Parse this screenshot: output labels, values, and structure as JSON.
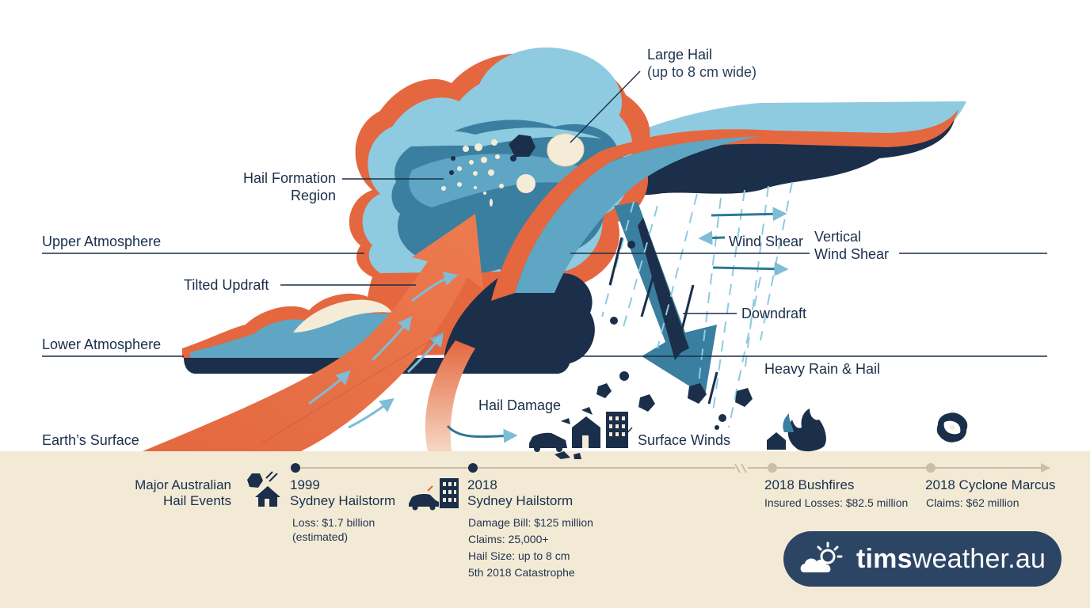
{
  "labels": {
    "large_hail_line1": "Large Hail",
    "large_hail_line2": "(up to 8 cm wide)",
    "hail_formation_line1": "Hail Formation",
    "hail_formation_line2": "Region",
    "upper_atmosphere": "Upper Atmosphere",
    "lower_atmosphere": "Lower Atmosphere",
    "earths_surface": "Earth’s Surface",
    "tilted_updraft": "Tilted Updraft",
    "wind_shear": "Wind Shear",
    "vertical_wind_shear_line1": "Vertical",
    "vertical_wind_shear_line2": "Wind Shear",
    "downdraft": "Downdraft",
    "heavy_rain_hail": "Heavy Rain & Hail",
    "hail_damage": "Hail Damage",
    "surface_winds": "Surface Winds"
  },
  "timeline": {
    "heading_line1": "Major Australian",
    "heading_line2": "Hail Events",
    "events": [
      {
        "title_line1": "1999",
        "title_line2": "Sydney Hailstorm",
        "details": [
          "Loss: $1.7 billion",
          "(estimated)"
        ],
        "icon": "hail-house-icon"
      },
      {
        "title_line1": "2018",
        "title_line2": "Sydney Hailstorm",
        "details": [
          "Damage Bill: $125 million",
          "Claims: 25,000+",
          "Hail Size: up to 8 cm",
          "5th 2018 Catastrophe"
        ],
        "icon": "car-building-icon"
      },
      {
        "title_line1": "2018 Bushfires",
        "details": [
          "Insured Losses: $82.5 million"
        ],
        "icon": "fire-house-icon"
      },
      {
        "title_line1": "2018 Cyclone Marcus",
        "details": [
          "Claims: $62 million"
        ],
        "icon": "cyclone-icon"
      }
    ]
  },
  "brand": {
    "bold": "tims",
    "rest": "weather.au",
    "icon": "sun-cloud-icon"
  },
  "colors": {
    "navy": "#1b2f4a",
    "deep_blue": "#3a7fa0",
    "mid_blue": "#5ea6c4",
    "light_blue": "#8ecbe0",
    "orange": "#e4673f",
    "cream": "#f5ecd8",
    "ground": "#f3ead6",
    "brand_bg": "#2d4565"
  }
}
